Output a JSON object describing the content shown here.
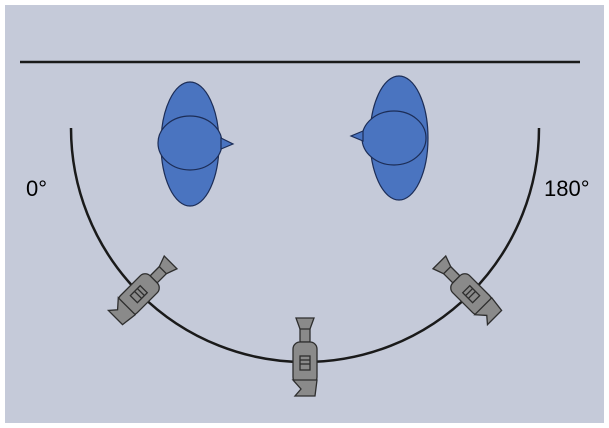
{
  "labels": {
    "start_angle": "0°",
    "end_angle": "180°"
  },
  "colors": {
    "background": "#c5cad9",
    "line": "#1a1a1a",
    "bird_fill": "#4a74c0",
    "bird_stroke": "#1c2d57",
    "camera_fill": "#8a8a8a",
    "camera_stroke": "#2e2e2e"
  },
  "icons": {
    "bird": "bird-top-view-icon",
    "camera": "camera-icon"
  },
  "cameras": [
    {
      "angle_deg": 135
    },
    {
      "angle_deg": 90
    },
    {
      "angle_deg": 45
    }
  ]
}
